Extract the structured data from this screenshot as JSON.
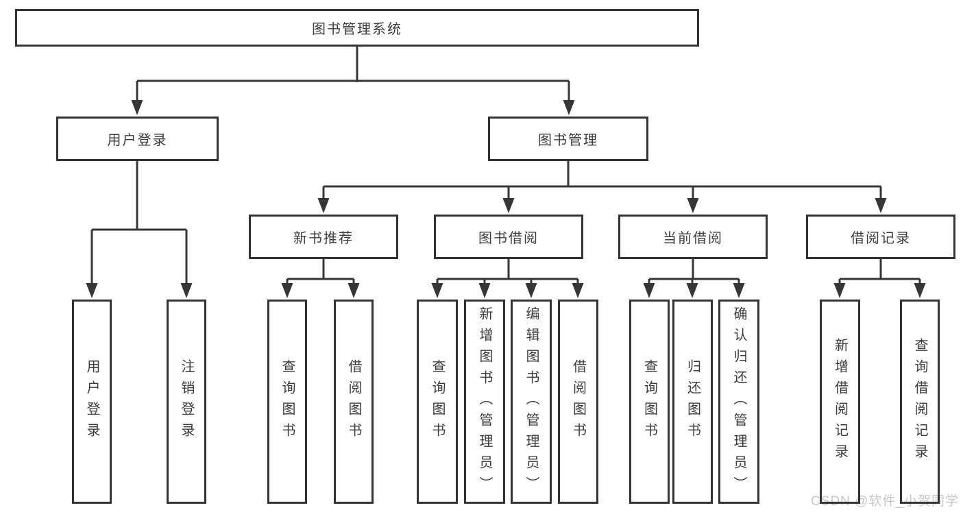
{
  "nodes": {
    "root": "图书管理系统",
    "user_login": "用户登录",
    "book_mgmt": "图书管理",
    "new_book_rec": "新书推荐",
    "book_borrow": "图书借阅",
    "current_borrow": "当前借阅",
    "borrow_records": "借阅记录",
    "leaf_user_login": "用户登录",
    "leaf_logout": "注销登录",
    "leaf_nb_query": "查询图书",
    "leaf_nb_borrow": "借阅图书",
    "leaf_bb_query": "查询图书",
    "leaf_bb_add": "新增图书（管理员）",
    "leaf_bb_edit": "编辑图书（管理员）",
    "leaf_bb_borrow": "借阅图书",
    "leaf_cb_query": "查询图书",
    "leaf_cb_return": "归还图书",
    "leaf_cb_confirm": "确认归还（管理员）",
    "leaf_br_add": "新增借阅记录",
    "leaf_br_query": "查询借阅记录"
  },
  "hierarchy": {
    "图书管理系统": {
      "用户登录": [
        "用户登录",
        "注销登录"
      ],
      "图书管理": {
        "新书推荐": [
          "查询图书",
          "借阅图书"
        ],
        "图书借阅": [
          "查询图书",
          "新增图书（管理员）",
          "编辑图书（管理员）",
          "借阅图书"
        ],
        "当前借阅": [
          "查询图书",
          "归还图书",
          "确认归还（管理员）"
        ],
        "借阅记录": [
          "新增借阅记录",
          "查询借阅记录"
        ]
      }
    }
  },
  "watermark": "CSDN @软件_小贺同学",
  "colors": {
    "line": "#363636",
    "box_border": "#333333",
    "text": "#3b3b40",
    "watermark": "#c6c6cf",
    "background": "#ffffff"
  }
}
